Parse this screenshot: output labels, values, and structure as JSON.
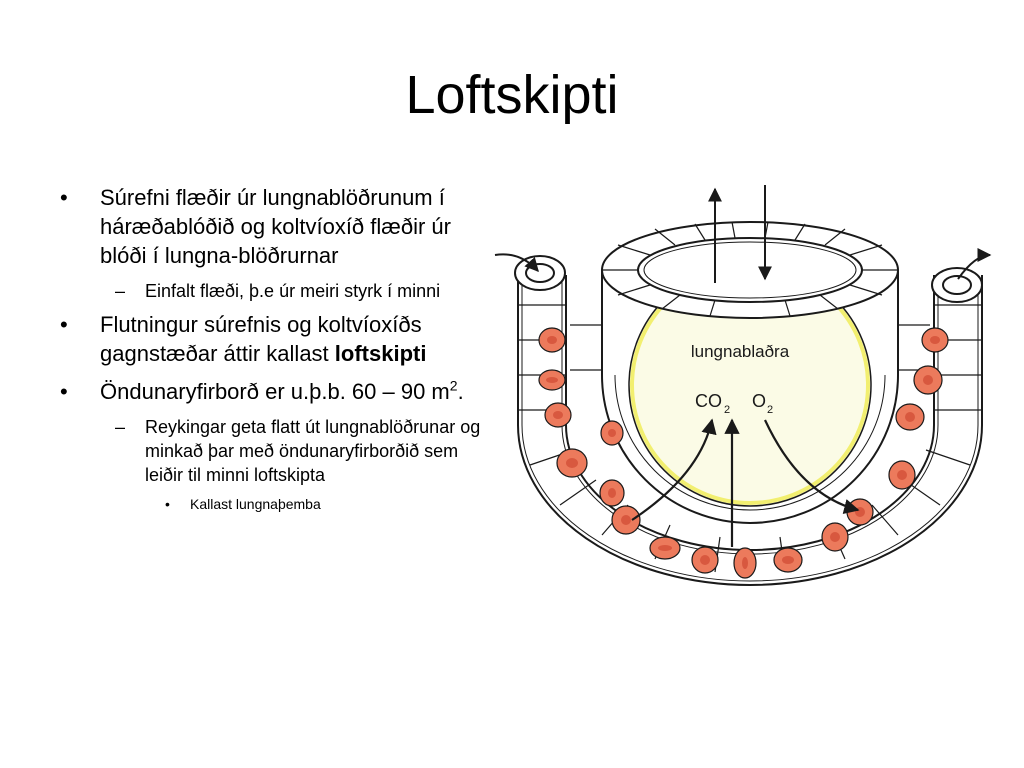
{
  "slide": {
    "title": "Loftskipti"
  },
  "bullets": {
    "b1_text": "Súrefni flæðir úr lungnablöðrunum í háræðablóðið og koltvíoxíð flæðir úr blóði í lungna-blöðrurnar",
    "b1_sub": "Einfalt flæði, þ.e úr meiri styrk í minni",
    "b2_text": "Flutningur súrefnis og koltvíoxíðs gagnstæðar áttir kallast ",
    "b2_bold": "loftskipti",
    "b3_text": "Öndunaryfirborð er u.þ.b. 60 – 90 m",
    "b3_sup": "2",
    "b3_end": ".",
    "b3_sub": "Reykingar geta flatt út lungnablöðrunar og minkað þar með öndunaryfirborðið sem leiðir til minni loftskipta",
    "b3_subsub": "Kallast lungnaþemba"
  },
  "diagram": {
    "alveolus_label": "lungnablaðra",
    "co2_main": "CO",
    "co2_sub": "2",
    "o2_main": "O",
    "o2_sub": "2",
    "colors": {
      "line": "#1a1a1a",
      "wall": "#ffffff",
      "alveolus_fill": "#fbfbe6",
      "alveolus_ring": "#f2ef70",
      "rbc_fill": "#ec7a5c",
      "rbc_inner": "#d8583f"
    }
  }
}
